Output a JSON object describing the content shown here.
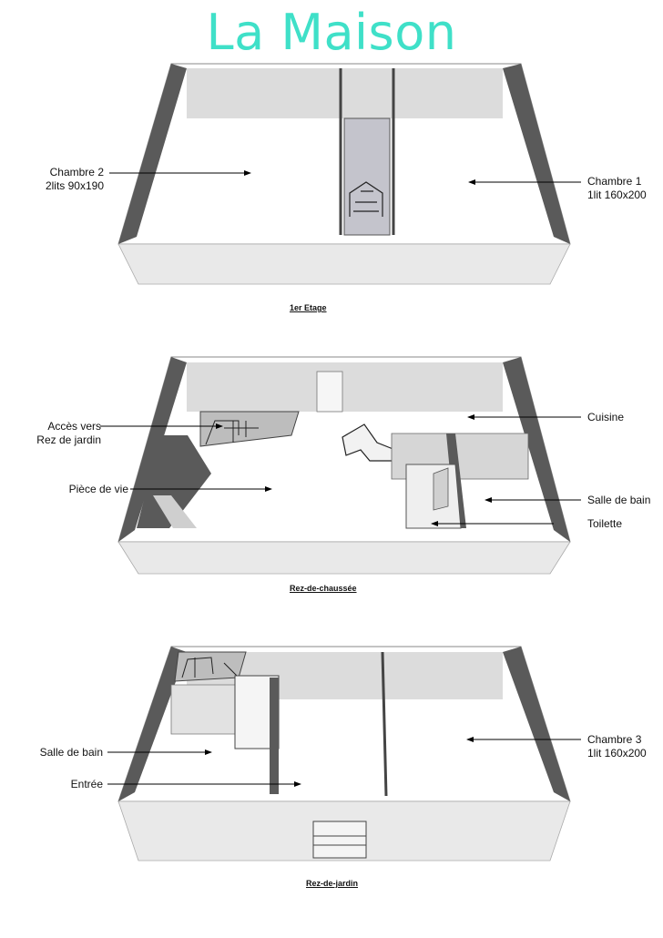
{
  "title": "La Maison",
  "floors": [
    {
      "caption": "1er  Etage",
      "rooms": [
        {
          "line1": "Chambre 2",
          "line2": "2lits 90x190"
        },
        {
          "line1": "Chambre 1",
          "line2": "1lit 160x200"
        }
      ]
    },
    {
      "caption": "Rez-de-chaussée",
      "rooms": [
        {
          "line1": "Accès vers",
          "line2": "Rez de jardin"
        },
        {
          "line1": "Cuisine"
        },
        {
          "line1": "Pièce de vie"
        },
        {
          "line1": "Salle de bain"
        },
        {
          "line1": "Toilette"
        }
      ]
    },
    {
      "caption": "Rez-de-jardin",
      "rooms": [
        {
          "line1": "Salle de bain"
        },
        {
          "line1": "Chambre 3",
          "line2": "1lit 160x200"
        },
        {
          "line1": "Entrée"
        }
      ]
    }
  ],
  "colors": {
    "title": "#3fe0c8",
    "dark_wall": "#5a5a5a",
    "back_wall": "#d9d9d9",
    "front_wall": "#e9e9e9",
    "floor": "#ffffff",
    "stairwell": "#c4c4cc"
  }
}
